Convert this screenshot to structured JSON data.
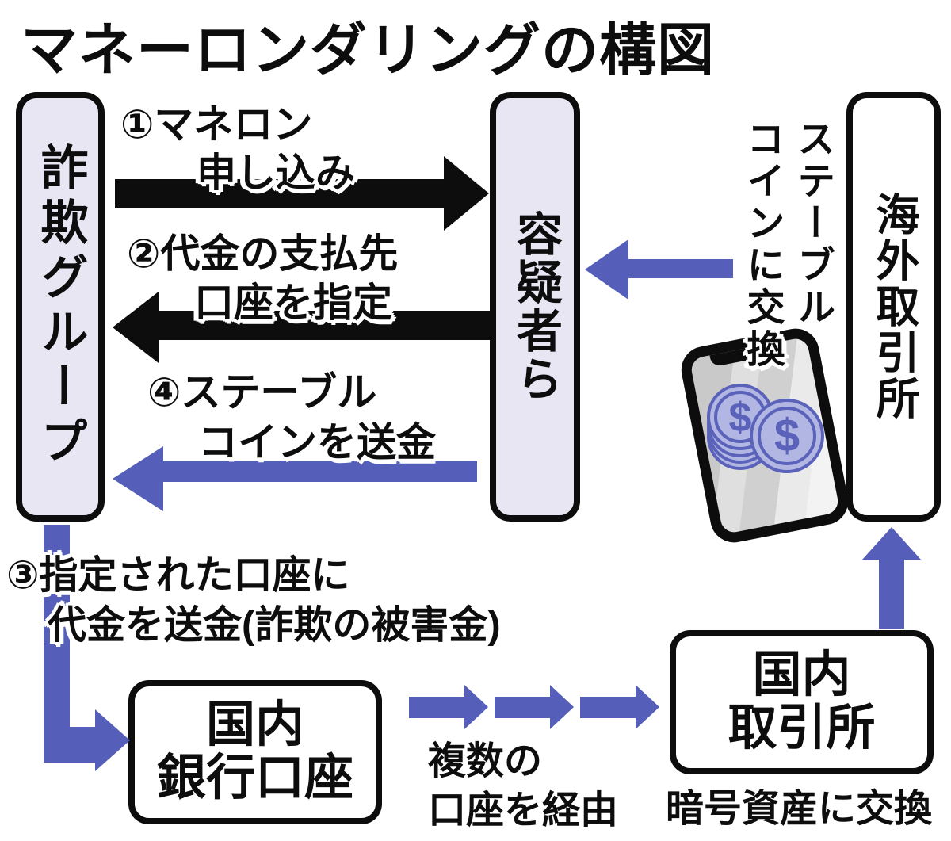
{
  "title": "マネーロンダリングの構図",
  "colors": {
    "arrow_blue": "#555eb8",
    "arrow_black": "#0d0d0d",
    "box_fill_lavender": "#e8e6f3",
    "box_fill_white": "#ffffff",
    "coin_fill": "#b2b6e2",
    "coin_stroke": "#5a62ba",
    "phone_screen_gray": "#d5d5d5"
  },
  "boxes": {
    "fraud_group": {
      "label": "詐欺グループ"
    },
    "suspects": {
      "label": "容疑者ら"
    },
    "overseas_exchange": {
      "label": "海外取引所"
    },
    "domestic_bank_account": {
      "line1": "国内",
      "line2": "銀行口座"
    },
    "domestic_exchange": {
      "line1": "国内",
      "line2": "取引所"
    }
  },
  "labels": {
    "step1": {
      "line1": "①マネロン",
      "line2": "申し込み"
    },
    "step2": {
      "line1": "②代金の支払先",
      "line2": "口座を指定"
    },
    "step3": {
      "line1": "③指定された口座に",
      "line2": "代金を送金(詐欺の被害金)"
    },
    "step4": {
      "line1": "④ステーブル",
      "line2": "コインを送金"
    },
    "stablecoin_exchange": {
      "line1": "ステーブル",
      "line2": "コインに交換"
    },
    "multiple_accounts": {
      "line1": "複数の",
      "line2": "口座を経由"
    },
    "crypto_exchange": "暗号資産に交換"
  },
  "icons": {
    "dollar_sign": "$"
  }
}
